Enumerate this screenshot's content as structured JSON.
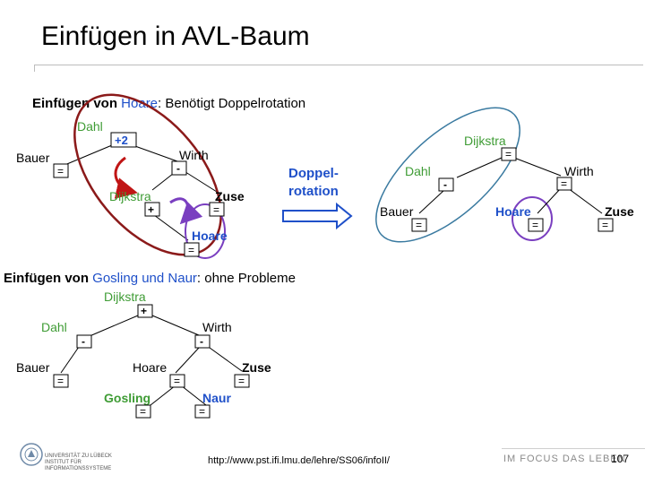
{
  "title": "Einfügen in AVL-Baum",
  "colors": {
    "black": "#000000",
    "green": "#3f9c35",
    "blue": "#1f50c9",
    "red": "#c01515",
    "darkred": "#8b1a1a",
    "purple": "#7a3fc0",
    "grey": "#8a8a8a"
  },
  "section1": {
    "prefix": "Einfügen von ",
    "name": "Hoare",
    "suffix": ": Benötigt  Doppelrotation"
  },
  "section2": {
    "prefix": "Einfügen von ",
    "name": "Gosling und Naur",
    "suffix": ": ohne Probleme"
  },
  "arrow_label": [
    "Doppel-",
    "rotation"
  ],
  "tree1": {
    "nodes": [
      {
        "id": "dahl",
        "label": "Dahl",
        "color": "green",
        "balance": "+2",
        "balance_color": "blue"
      },
      {
        "id": "bauer",
        "label": "Bauer",
        "color": "black",
        "balance": "="
      },
      {
        "id": "wirth",
        "label": "Wirth",
        "color": "black",
        "balance": "-"
      },
      {
        "id": "dijkstra",
        "label": "Dijkstra",
        "color": "green",
        "balance": "+"
      },
      {
        "id": "zuse",
        "label": "Zuse",
        "color": "black",
        "balance": "="
      },
      {
        "id": "hoare",
        "label": "Hoare",
        "color": "blue",
        "balance": "="
      }
    ]
  },
  "tree2": {
    "nodes": [
      {
        "id": "dijkstra",
        "label": "Dijkstra",
        "color": "green",
        "balance": "="
      },
      {
        "id": "dahl",
        "label": "Dahl",
        "color": "green",
        "balance": "-"
      },
      {
        "id": "wirth",
        "label": "Wirth",
        "color": "black",
        "balance": "="
      },
      {
        "id": "bauer",
        "label": "Bauer",
        "color": "black",
        "balance": "="
      },
      {
        "id": "hoare",
        "label": "Hoare",
        "color": "blue",
        "balance": "="
      },
      {
        "id": "zuse",
        "label": "Zuse",
        "color": "black",
        "balance": "="
      }
    ]
  },
  "tree3": {
    "nodes": [
      {
        "id": "dijkstra",
        "label": "Dijkstra",
        "color": "green",
        "balance": "+"
      },
      {
        "id": "dahl",
        "label": "Dahl",
        "color": "green",
        "balance": "-"
      },
      {
        "id": "wirth",
        "label": "Wirth",
        "color": "black",
        "balance": "-"
      },
      {
        "id": "bauer",
        "label": "Bauer",
        "color": "black",
        "balance": "="
      },
      {
        "id": "hoare",
        "label": "Hoare",
        "color": "black",
        "balance": "="
      },
      {
        "id": "zuse",
        "label": "Zuse",
        "color": "black",
        "balance": "="
      },
      {
        "id": "gosling",
        "label": "Gosling",
        "color": "green",
        "balance": "="
      },
      {
        "id": "naur",
        "label": "Naur",
        "color": "blue",
        "balance": "="
      }
    ]
  },
  "footer": {
    "university": [
      "UNIVERSITÄT ZU LÜBECK",
      "INSTITUT FÜR INFORMATIONSSYSTEME"
    ],
    "url": "http://www.pst.ifi.lmu.de/lehre/SS06/infoII/",
    "slogan": "IM FOCUS DAS LEBEN",
    "page": "107"
  }
}
